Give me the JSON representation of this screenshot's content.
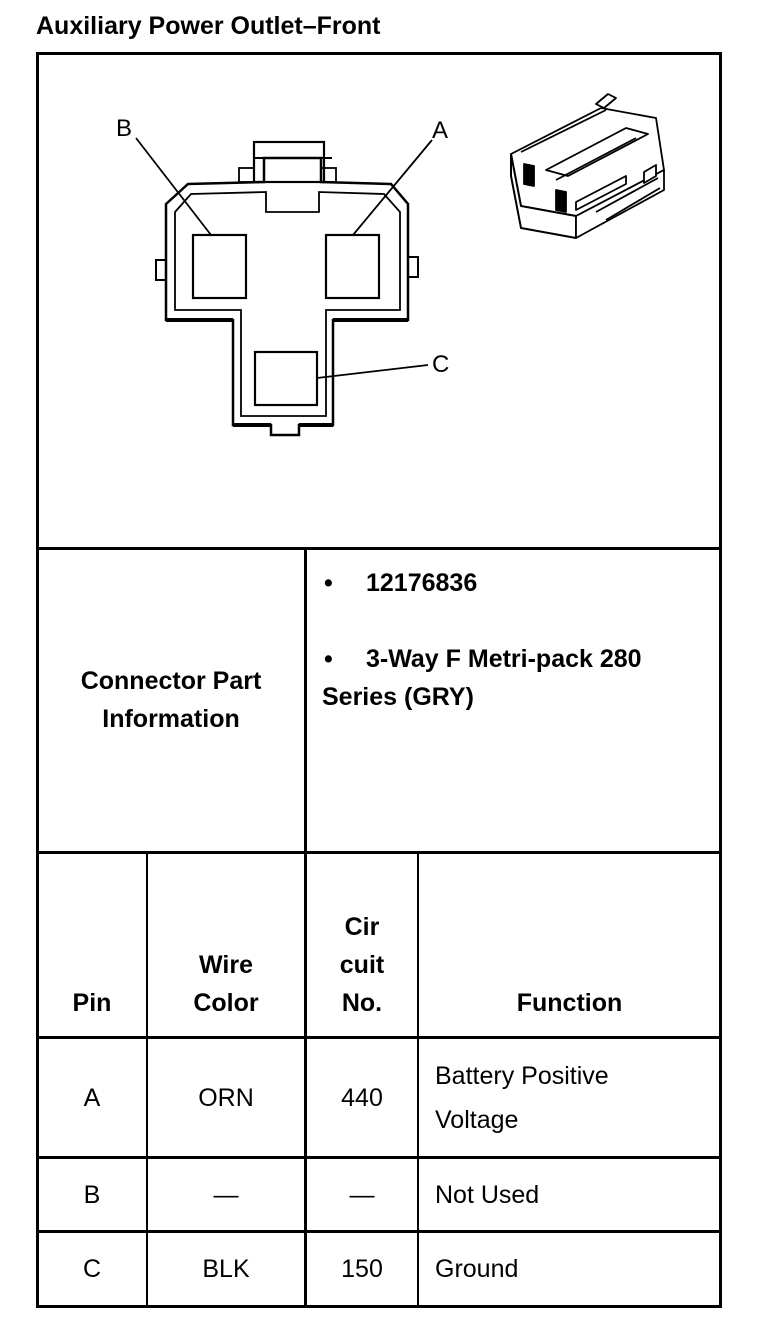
{
  "title": "Auxiliary Power Outlet–Front",
  "diagram": {
    "labels": {
      "a": "A",
      "b": "B",
      "c": "C"
    }
  },
  "connector_info": {
    "label": "Connector Part Information",
    "items": [
      {
        "bullet": "•",
        "text": "12176836"
      },
      {
        "bullet": "•",
        "text": "3-Way F Metri-pack 280 Series (GRY)"
      }
    ]
  },
  "table": {
    "headers": {
      "pin": "Pin",
      "wire_color": "Wire Color",
      "circuit_no": "Cir cuit No.",
      "function": "Function"
    },
    "rows": [
      {
        "pin": "A",
        "wire_color": "ORN",
        "circuit_no": "440",
        "function": "Battery Positive Voltage"
      },
      {
        "pin": "B",
        "wire_color": "—",
        "circuit_no": "—",
        "function": "Not Used"
      },
      {
        "pin": "C",
        "wire_color": "BLK",
        "circuit_no": "150",
        "function": "Ground"
      }
    ]
  }
}
